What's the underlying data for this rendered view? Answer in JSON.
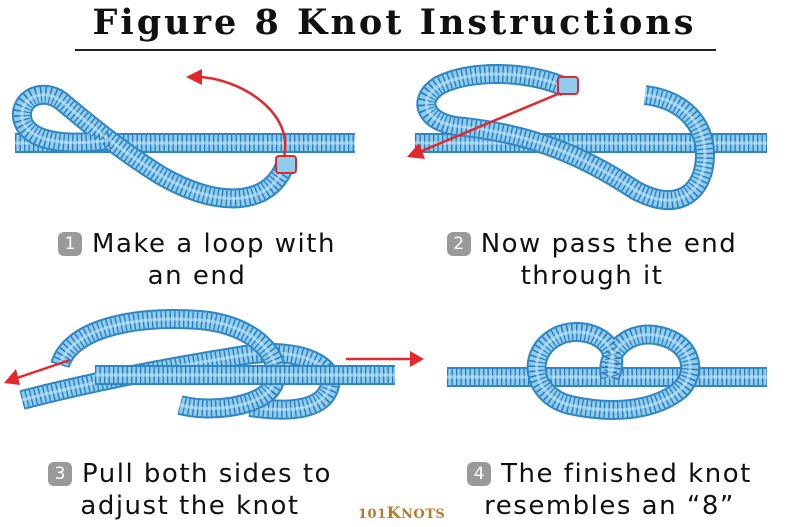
{
  "title": "Figure 8 Knot Instructions",
  "steps": [
    {
      "number": "1",
      "line1": "Make a loop with",
      "line2": "an end"
    },
    {
      "number": "2",
      "line1": "Now pass the end",
      "line2": "through it"
    },
    {
      "number": "3",
      "line1": "Pull both sides to",
      "line2": "adjust the knot"
    },
    {
      "number": "4",
      "line1": "The finished knot",
      "line2": "resembles an “8”"
    }
  ],
  "logo": {
    "num": "101",
    "k": "K",
    "rest": "NOTS"
  },
  "colors": {
    "rope_fill": "#8fcdee",
    "rope_edge": "#2f86c5",
    "rope_coil": "#2a78b8",
    "arrow": "#e0282d",
    "badge": "#9a9a9a",
    "logo": "#b8792b"
  }
}
